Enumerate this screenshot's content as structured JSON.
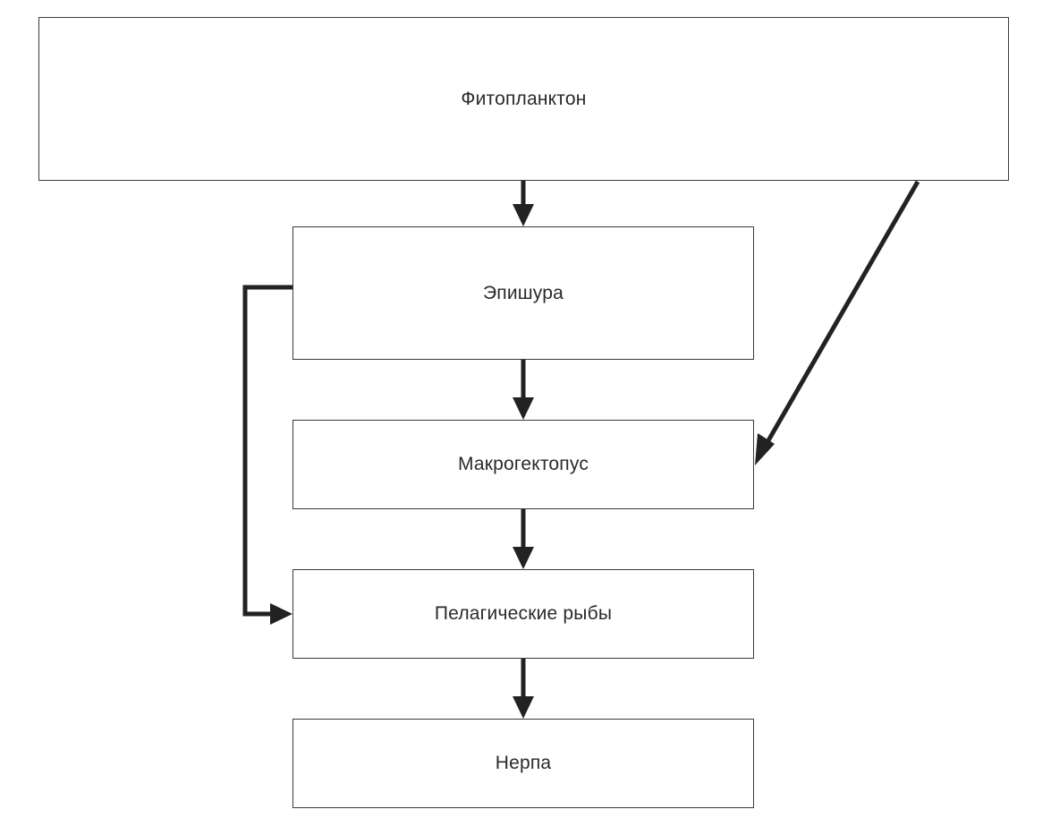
{
  "diagram": {
    "nodes": [
      {
        "id": "phyto",
        "label": "Фитопланктон"
      },
      {
        "id": "epi",
        "label": "Эпишура"
      },
      {
        "id": "macro",
        "label": "Макрогектопус"
      },
      {
        "id": "pelagic",
        "label": "Пелагические рыбы"
      },
      {
        "id": "nerpa",
        "label": "Нерпа"
      }
    ],
    "edges": [
      {
        "from": "phyto",
        "to": "epi"
      },
      {
        "from": "phyto",
        "to": "macro"
      },
      {
        "from": "epi",
        "to": "macro"
      },
      {
        "from": "epi",
        "to": "pelagic"
      },
      {
        "from": "macro",
        "to": "pelagic"
      },
      {
        "from": "pelagic",
        "to": "nerpa"
      }
    ],
    "line_color": "#222222"
  }
}
